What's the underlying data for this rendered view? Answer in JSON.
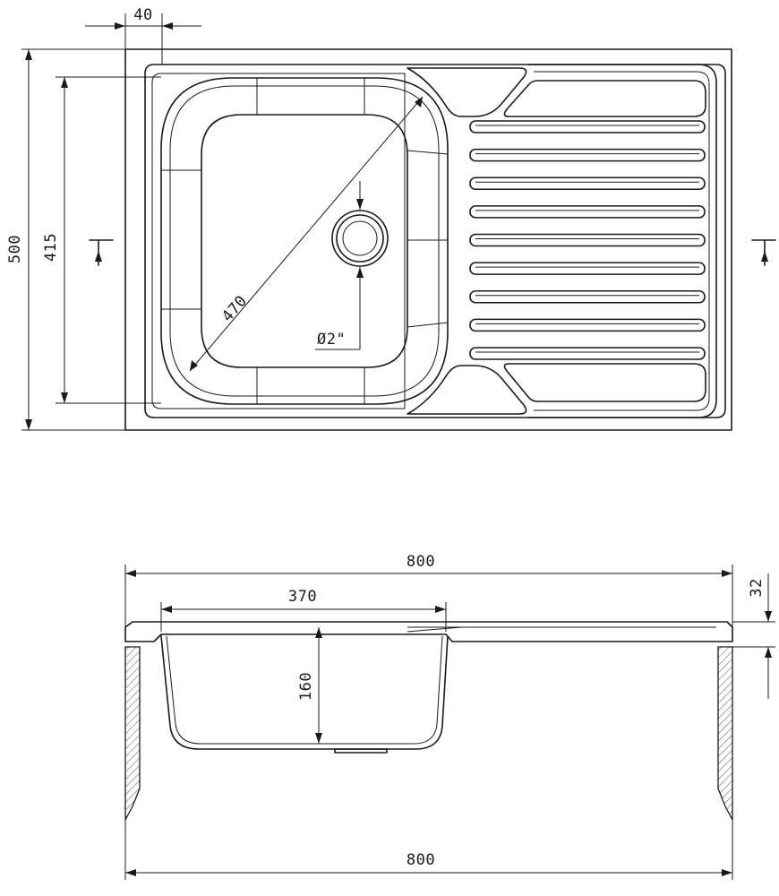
{
  "dimensions": {
    "top_offset": "40",
    "overall_depth": "500",
    "bowl_depth": "415",
    "diagonal": "470",
    "drain": "Ø2\"",
    "overall_width_top": "800",
    "bowl_width": "370",
    "bowl_height": "160",
    "rim_height": "32",
    "overall_width_bottom": "800"
  },
  "drainer_rib_count": 9
}
